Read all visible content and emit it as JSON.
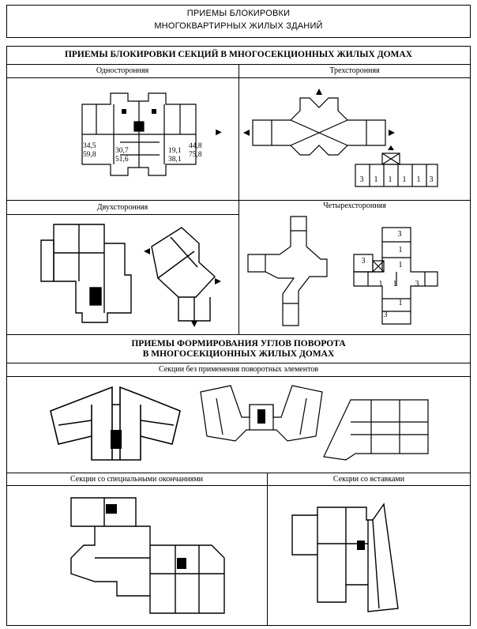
{
  "header": {
    "line1": "ПРИЕМЫ БЛОКИРОВКИ",
    "line2": "МНОГОКВАРТИРНЫХ ЖИЛЫХ ЗДАНИЙ"
  },
  "section1": {
    "title": "ПРИЕМЫ БЛОКИРОВКИ СЕКЦИЙ В МНОГОСЕКЦИОННЫХ ЖИЛЫХ ДОМАХ",
    "panels": [
      {
        "label": "Односторонняя"
      },
      {
        "label": "Трехсторонняя"
      },
      {
        "label": "Двухсторонняя"
      },
      {
        "label": "Четырехсторонняя"
      }
    ],
    "one_sided_areas": {
      "a1": "34,5",
      "a2": "59,8",
      "b1": "30,7",
      "b2": "51,6",
      "c1": "19,1",
      "c2": "38,1",
      "d1": "44,8",
      "d2": "75,8"
    },
    "three_sided_numbers": [
      "3",
      "1",
      "1",
      "1",
      "1",
      "3"
    ],
    "four_sided_numbers": [
      "3",
      "3",
      "1",
      "1",
      "1",
      "1",
      "1",
      "3",
      "3"
    ]
  },
  "section2": {
    "title_line1": "ПРИЕМЫ ФОРМИРОВАНИЯ УГЛОВ ПОВОРОТА",
    "title_line2": "В МНОГОСЕКЦИОННЫХ ЖИЛЫХ ДОМАХ",
    "subtitle": "Секции без применения поворотных элементов",
    "bottom_left_label": "Секции со специальными окончаниями",
    "bottom_right_label": "Секции со вставками"
  }
}
